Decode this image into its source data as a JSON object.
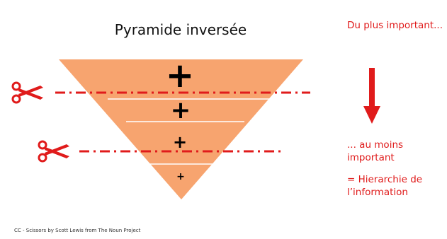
{
  "title": "Pyramide inversée",
  "notes": {
    "top": "Du plus important...",
    "bottom": "... au moins important",
    "hierarchy": "= Hierarchie de l’information"
  },
  "credit": "CC - Scissors by Scott Lewis from The Noun Project",
  "pyramid": {
    "levels": [
      "+",
      "+",
      "+",
      "+"
    ],
    "color": "#f7a46f",
    "divider_color": "#ffffff"
  },
  "cut_lines": {
    "color": "#e01b1b"
  },
  "arrow": {
    "color": "#e01b1b",
    "icon": "down-arrow-icon"
  },
  "scissors": {
    "icon": "scissors-icon",
    "color": "#e01b1b"
  }
}
